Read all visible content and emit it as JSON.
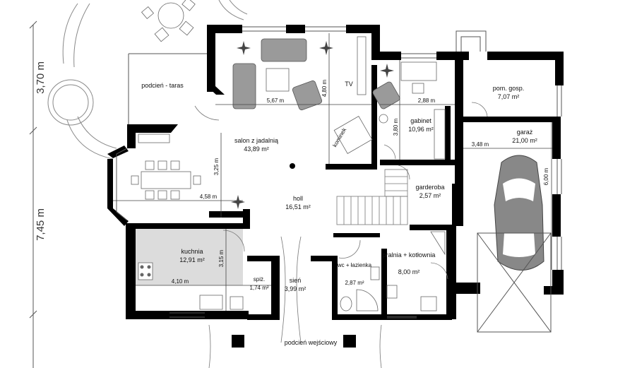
{
  "plan": {
    "outer_dimensions": {
      "top": "3,70 m",
      "bottom": "7,45 m"
    },
    "rooms": [
      {
        "id": "taras",
        "name": "podcień - taras",
        "area": ""
      },
      {
        "id": "salon",
        "name": "salon z jadalnią",
        "area": "43,89 m²"
      },
      {
        "id": "holl",
        "name": "holl",
        "area": "16,51 m²"
      },
      {
        "id": "gabinet",
        "name": "gabinet",
        "area": "10,96 m²"
      },
      {
        "id": "pom_gosp",
        "name": "pom. gosp.",
        "area": "7,07 m²"
      },
      {
        "id": "garaz",
        "name": "garaż",
        "area": "21,00 m²"
      },
      {
        "id": "garderoba",
        "name": "garderoba",
        "area": "2,57 m²"
      },
      {
        "id": "kuchnia",
        "name": "kuchnia",
        "area": "12,91 m²"
      },
      {
        "id": "spiz",
        "name": "spiż.",
        "area": "1,74 m²"
      },
      {
        "id": "sien",
        "name": "sień",
        "area": "3,99 m²"
      },
      {
        "id": "wc",
        "name": "wc + łazienka",
        "area": "2,87 m²"
      },
      {
        "id": "pralnia",
        "name": "pralnia + kotłownia",
        "area": "8,00 m²"
      },
      {
        "id": "podcien_wej",
        "name": "podcień wejściowy",
        "area": ""
      }
    ],
    "dimensions": [
      "5,67 m",
      "4,80 m",
      "2,88 m",
      "3,80 m",
      "3,48 m",
      "6,00 m",
      "3,25 m",
      "4,58 m",
      "3,15 m",
      "4,10 m"
    ],
    "labels": {
      "tv": "TV",
      "kominek": "kominek"
    }
  }
}
